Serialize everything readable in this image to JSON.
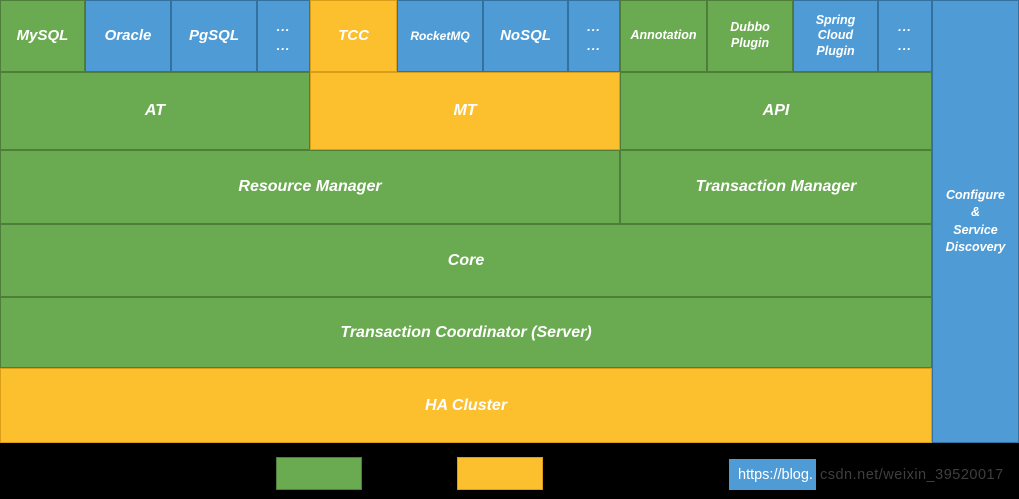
{
  "colors": {
    "green": "#6aaa50",
    "green_border": "#4e7e3a",
    "blue": "#4f9bd5",
    "blue_border": "#33719f",
    "orange": "#fcbf2e",
    "orange_border": "#d89e18",
    "footer_background": "#000000",
    "watermark_text_gray": "#3f3f3f"
  },
  "top_row": {
    "mysql": "MySQL",
    "oracle": "Oracle",
    "pgsql": "PgSQL",
    "dots1": "...\n...",
    "tcc": "TCC",
    "rocketmq": "RocketMQ",
    "nosql": "NoSQL",
    "dots2": "...\n...",
    "annotation": "Annotation",
    "dubbo_plugin": "Dubbo Plugin",
    "spring_cloud_plugin": "Spring Cloud Plugin",
    "dots3": "...\n..."
  },
  "layers": {
    "at": "AT",
    "mt": "MT",
    "api": "API",
    "resource_manager": "Resource Manager",
    "transaction_manager": "Transaction Manager",
    "core": "Core",
    "transaction_coordinator": "Transaction Coordinator (Server)",
    "ha_cluster": "HA Cluster"
  },
  "side_column": {
    "label": "Configure\n&\nService\nDiscovery"
  },
  "footer": {
    "legend_green_swatch": "green",
    "legend_orange_swatch": "orange",
    "watermark_highlight": "https://blog.",
    "watermark_rest": "csdn.net/weixin_39520017"
  }
}
